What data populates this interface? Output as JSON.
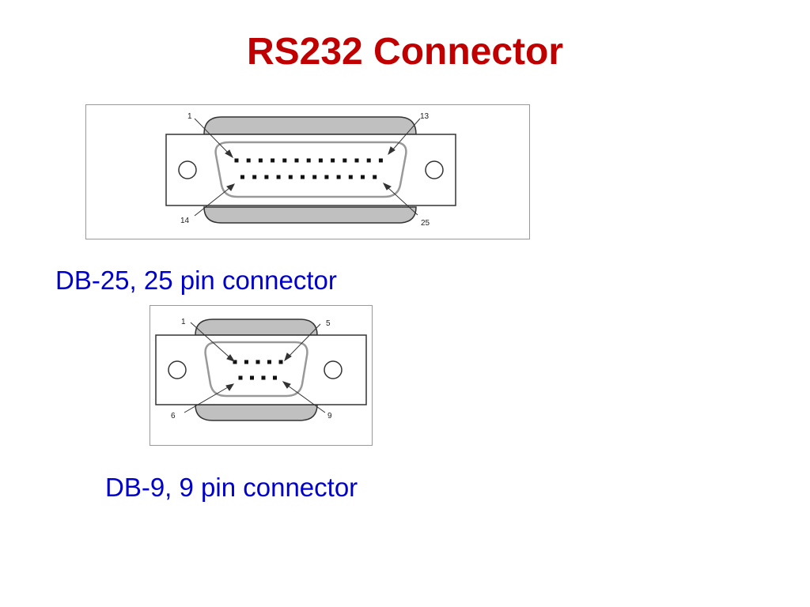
{
  "slide": {
    "title": "RS232 Connector",
    "title_color": "#c00000",
    "caption_color": "#0000cc"
  },
  "db25": {
    "caption": "DB-25, 25 pin connector",
    "row1_pins": 13,
    "row2_pins": 12,
    "labels": {
      "top_left": "1",
      "top_right": "13",
      "bottom_left": "14",
      "bottom_right": "25"
    }
  },
  "db9": {
    "caption": "DB-9, 9 pin connector",
    "row1_pins": 5,
    "row2_pins": 4,
    "labels": {
      "top_left": "1",
      "top_right": "5",
      "bottom_left": "6",
      "bottom_right": "9"
    }
  }
}
